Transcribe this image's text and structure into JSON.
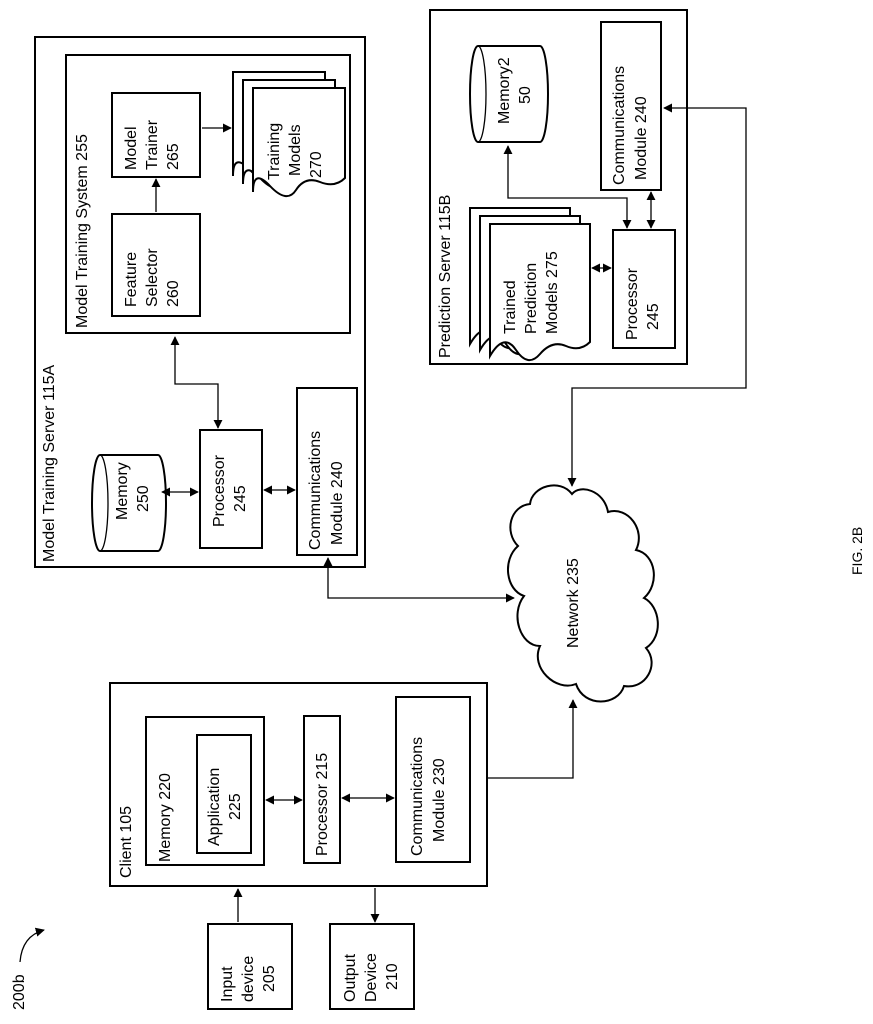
{
  "figure_label": "FIG. 2B",
  "diagram_ref": "200b",
  "model_training_server": {
    "title": "Model Training Server 115A",
    "system_title": "Model Training System 255",
    "feature_selector": [
      "Feature",
      "Selector",
      "260"
    ],
    "model_trainer": [
      "Model",
      "Trainer",
      "265"
    ],
    "training_models": [
      "Training",
      "Models",
      "270"
    ],
    "memory": [
      "Memory",
      "250"
    ],
    "processor": [
      "Processor",
      "245"
    ],
    "comms": [
      "Communications",
      "Module 240"
    ]
  },
  "prediction_server": {
    "title": "Prediction Server 115B",
    "memory": [
      "Memory2",
      "50"
    ],
    "comms": [
      "Communications",
      "Module 240"
    ],
    "trained_models": [
      "Trained",
      "Prediction",
      "Models 275"
    ],
    "processor": [
      "Processor",
      "245"
    ]
  },
  "network": "Network 235",
  "client": {
    "title": "Client 105",
    "memory": "Memory 220",
    "application": [
      "Application",
      "225"
    ],
    "processor": "Processor 215",
    "comms": [
      "Communications",
      "Module 230"
    ]
  },
  "input_device": [
    "Input",
    "device",
    "205"
  ],
  "output_device": [
    "Output",
    "Device",
    "210"
  ]
}
